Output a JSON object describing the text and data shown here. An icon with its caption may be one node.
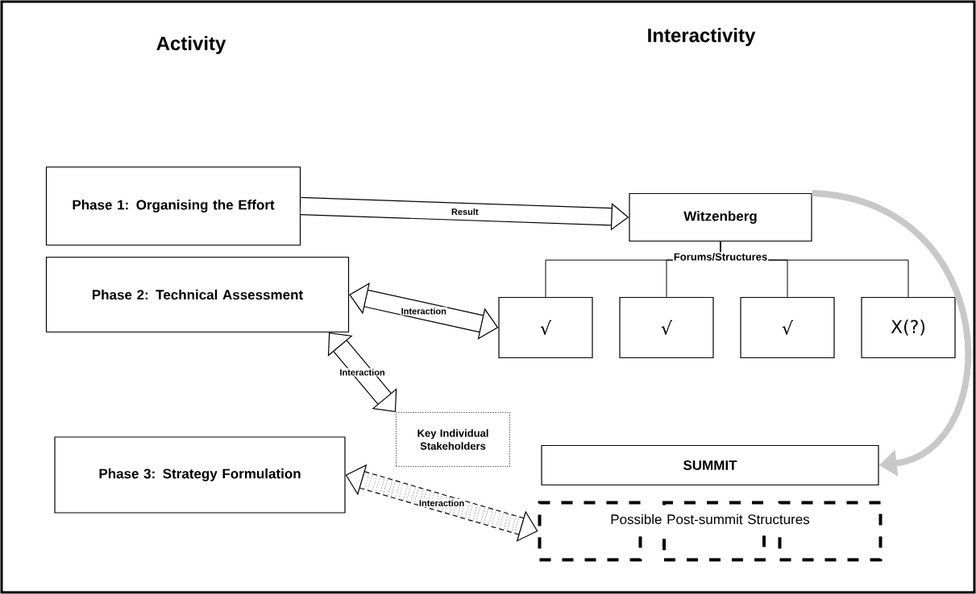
{
  "diagram": {
    "nodes": [
      {
        "text": [
          "Phase 1: Organising the Effort"
        ]
      },
      {
        "text": [
          "Phase 2: Technical Assessment"
        ]
      },
      {
        "text": [
          "Phase 3: Strategy Formulation"
        ]
      },
      {
        "text": [
          "Witzenberg"
        ],
        "beside": [
          "Forums/Structures"
        ]
      },
      {
        "text": [
          "√"
        ]
      },
      {
        "text": [
          "√"
        ]
      },
      {
        "text": [
          "√"
        ]
      },
      {
        "text": [
          "X(?)"
        ]
      },
      {
        "text": [
          "Key Individual Stakeholders"
        ]
      },
      {
        "text": [
          "SUMMIT"
        ]
      },
      {
        "text": [
          "Possible Post-summit Structures"
        ]
      },
      {
        "text": [],
        "shape": "box"
      },
      {
        "text": [],
        "shape": "box"
      },
      {
        "text": [],
        "shape": "box"
      }
    ],
    "edges": [
      {
        "from": 0,
        "to": 3,
        "arrow": "to",
        "label": "Result",
        "style": "thick"
      },
      {
        "from": 1,
        "to": 4,
        "arrow": "both",
        "label": "Interaction",
        "style": "thick"
      },
      {
        "from": 1,
        "to": 8,
        "arrow": "both",
        "label": "Interaction",
        "style": "thick"
      },
      {
        "from": 2,
        "to": 11,
        "arrow": "both",
        "label": "Interaction",
        "style": "dashed"
      },
      {
        "from": 3,
        "to": 4,
        "arrow": "none"
      },
      {
        "from": 3,
        "to": 5,
        "arrow": "none"
      },
      {
        "from": 3,
        "to": 6,
        "arrow": "none"
      },
      {
        "from": 3,
        "to": 7,
        "arrow": "none"
      },
      {
        "from": 3,
        "to": 9,
        "arrow": "to",
        "color": "#c8c8c8"
      }
    ],
    "labels": [
      "Activity",
      "Interactivity"
    ]
  }
}
